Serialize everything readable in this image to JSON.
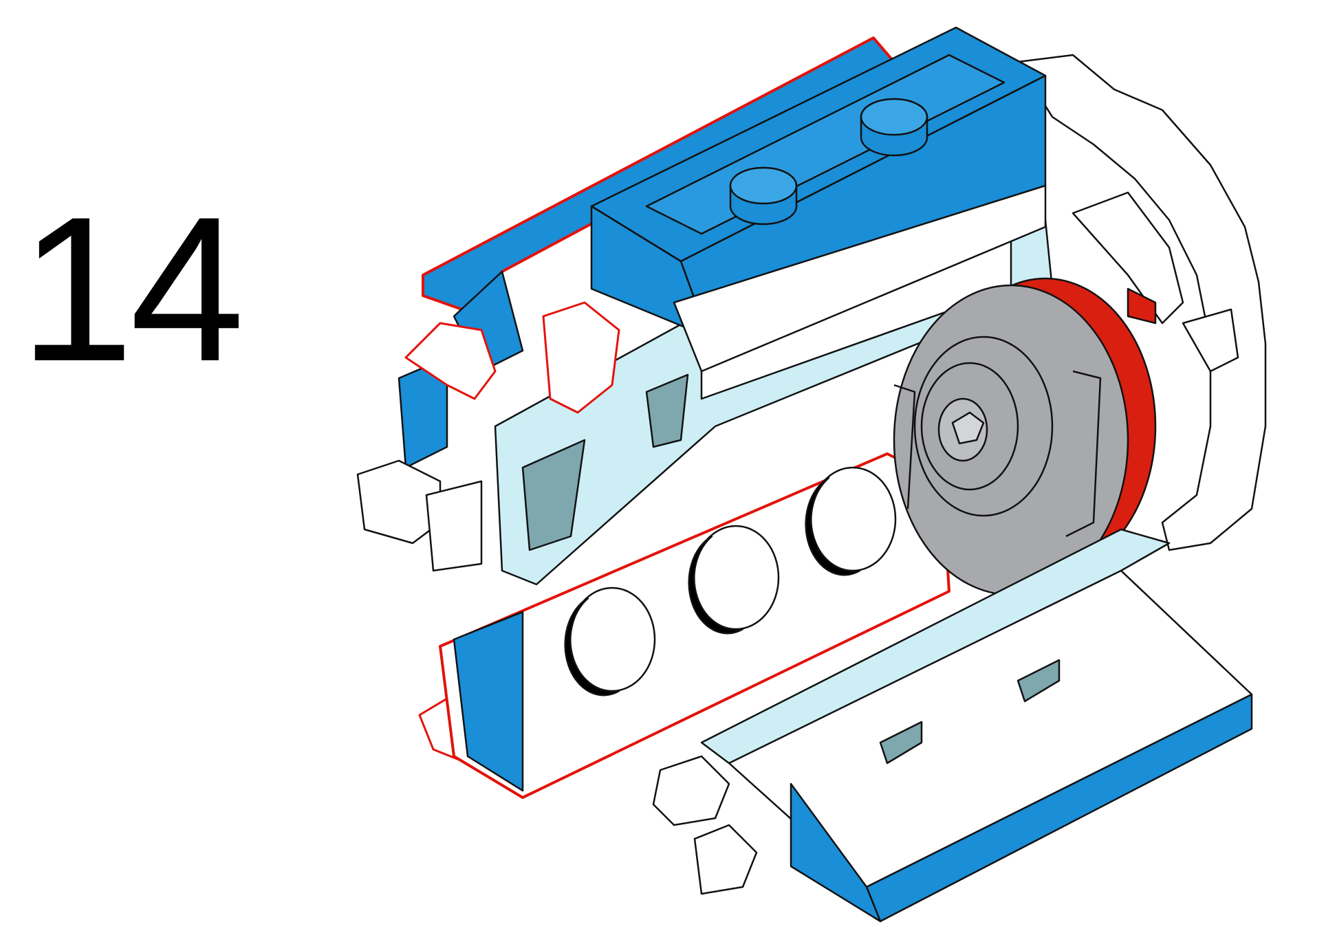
{
  "step": {
    "number": "14"
  },
  "figure": {
    "colors": {
      "blue": "#1a8ed6",
      "blue_dark": "#0f6fb0",
      "trans_light_blue": "#cdeef5",
      "white": "#ffffff",
      "gray": "#a8a9ad",
      "gray_dark": "#8b8c90",
      "red": "#d81f10",
      "highlight_outline": "#e3120b",
      "stroke": "#111111"
    },
    "parts": [
      {
        "name": "blue-brick-1x4-top",
        "icon": "brick-icon"
      },
      {
        "name": "blue-plate-left",
        "icon": "plate-icon"
      },
      {
        "name": "white-brick-with-holes",
        "icon": "technic-brick-icon"
      },
      {
        "name": "trans-light-blue-panel",
        "icon": "panel-icon"
      },
      {
        "name": "gray-wheel-hub",
        "icon": "wheel-icon"
      },
      {
        "name": "red-tire-ring",
        "icon": "tire-icon"
      },
      {
        "name": "white-clips",
        "icon": "clip-icon"
      },
      {
        "name": "blue-plate-bottom",
        "icon": "plate-icon"
      }
    ]
  }
}
